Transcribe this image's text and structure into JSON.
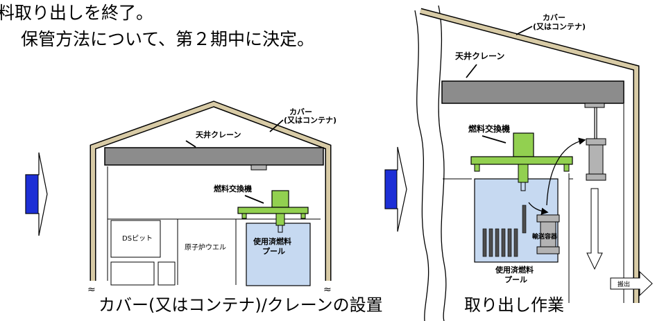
{
  "intro": {
    "line1": "料取り出しを終了。",
    "line2": "保管方法について、第２期中に決定。"
  },
  "left_diagram": {
    "cover_label_1": "カバー",
    "cover_label_2": "(又はコンテナ)",
    "crane_label": "天井クレーン",
    "fuel_machine_label": "燃料交換機",
    "ds_pit_label": "DSピット",
    "reactor_well_label": "原子炉ウエル",
    "pool_label_1": "使用済燃料",
    "pool_label_2": "プール",
    "caption": "カバー(又はコンテナ)/クレーンの設置"
  },
  "right_diagram": {
    "cover_label_1": "カバー",
    "cover_label_2": "(又はコンテナ)",
    "crane_label": "天井クレーン",
    "fuel_machine_label": "燃料交換機",
    "cask_label": "輸送容器",
    "pool_label_1": "使用済燃料",
    "pool_label_2": "プール",
    "carry_out_label": "搬出",
    "caption": "取り出し作業"
  },
  "colors": {
    "building_wall": "#d8cba6",
    "crane": "#8c8c8c",
    "fuel_machine": "#92d050",
    "pool_water": "#c6d9f1",
    "arrow": "#1d2fd6",
    "cask": "#b3b3b3"
  }
}
